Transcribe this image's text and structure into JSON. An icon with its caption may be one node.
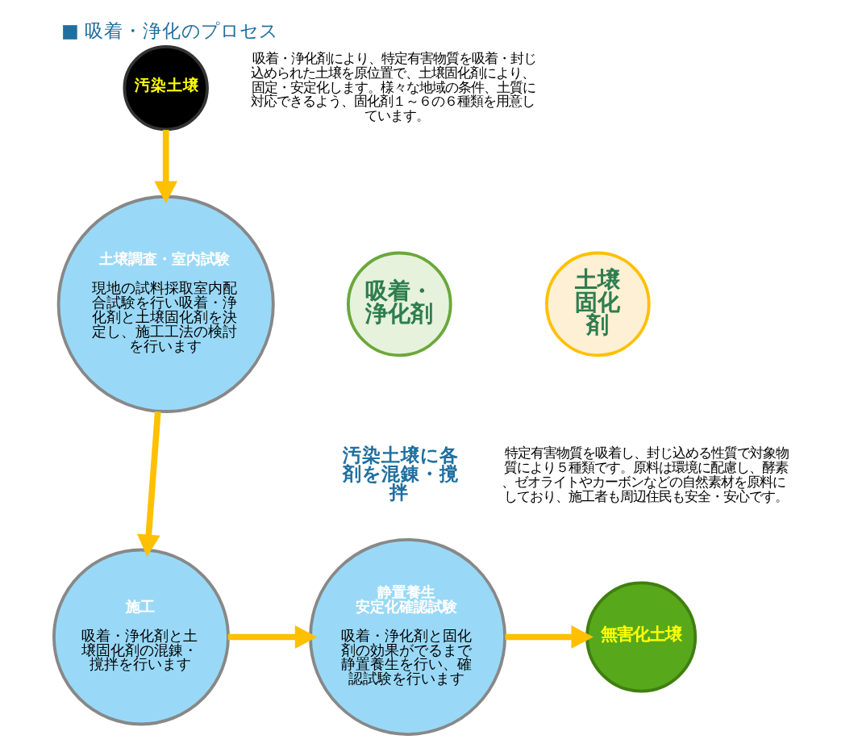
{
  "diagram": {
    "title": "■ 吸着・浄化のプロセス",
    "nodes": [
      {
        "text": [
          "汚染土壌"
        ]
      },
      {
        "text": [
          "土壌調査・室内試験",
          "現地の試料採取室内配合試験を行い吸着・浄化剤と土壌固化剤を決定し、施工工法の検討を行います"
        ]
      },
      {
        "text": [
          "施工",
          "吸着・浄化剤と土壌固化剤の混錬・撹拌を行います"
        ]
      },
      {
        "text": [
          "静置養生安定化確認試験",
          "吸着・浄化剤と固化剤の効果がでるまで静置養生を行い、確認試験を行います"
        ]
      },
      {
        "text": [
          "無害化土壌"
        ]
      },
      {
        "text": [
          "吸着・浄化剤"
        ]
      },
      {
        "text": [
          "土壌固化剤"
        ]
      }
    ],
    "edges": [
      {
        "from": 0,
        "to": 1,
        "arrow": "to"
      },
      {
        "from": 1,
        "to": 2,
        "arrow": "to"
      },
      {
        "from": 2,
        "to": 3,
        "arrow": "to"
      },
      {
        "from": 3,
        "to": 4,
        "arrow": "to"
      }
    ],
    "labels": [
      "吸着・浄化剤により、特定有害物質を吸着・封じ込められた土壌を原位置で、土壌固化剤により、固定・安定化します。様々な地域の条件、土質に対応できるよう、固化剤１～６の６種類を用意しています。",
      "汚染土壌に各剤を混錬・撹拌",
      "特定有害物質を吸着し、封じ込める性質で対象物質により５種類です。原料は環境に配慮し、酵素、ゼオライトやカーボンなどの自然素材を原料にしており、施工者も周辺住民も安全・安心です。"
    ]
  }
}
